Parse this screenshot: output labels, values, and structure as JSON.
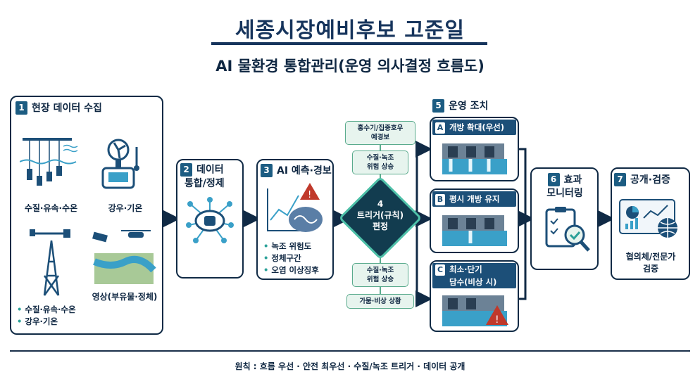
{
  "title": "세종시장예비후보 고준일",
  "subtitle": "AI 물환경 통합관리(운영 의사결정 흐름도)",
  "steps": {
    "s1": {
      "num": "1",
      "title": "현장 데이터 수집",
      "label_water": "수질·유속·수온",
      "label_rain": "강우·기온",
      "label_video": "영상(부유물·정체)",
      "bullets": [
        "수질·유속·수온",
        "강우·기온"
      ]
    },
    "s2": {
      "num": "2",
      "title1": "데이터",
      "title2": "통합/정제"
    },
    "s3": {
      "num": "3",
      "title": "AI 예측·경보",
      "bullets": [
        "녹조 위험도",
        "정체구간",
        "오염 이상징후"
      ]
    },
    "s4": {
      "num": "4",
      "title1": "트리거(규칙)",
      "title2": "편정",
      "top_pill1": "홍수기/집중호우\n예경보",
      "top_pill2": "수질·녹조\n위험 상승",
      "bot_pill1": "수질·녹조\n위험 상승",
      "bot_pill2": "가뭄·비상 상황"
    },
    "s5": {
      "num": "5",
      "title": "운영 조치",
      "options": [
        {
          "key": "A",
          "label": "개방 확대(우선)"
        },
        {
          "key": "B",
          "label": "평시 개방 유지"
        },
        {
          "key": "C",
          "label1": "최소·단기",
          "label2": "담수(비상 시)"
        }
      ]
    },
    "s6": {
      "num": "6",
      "title1": "효과",
      "title2": "모니터링"
    },
    "s7": {
      "num": "7",
      "title": "공개·검증",
      "caption1": "협의체/전문가",
      "caption2": "검증"
    }
  },
  "footer": "원칙 : 흐름 우선 · 안전 최우선 · 수질/녹조 트리거 · 데이터 공개",
  "colors": {
    "navy": "#102a45",
    "teal": "#2aa198",
    "badge": "#1c5c82"
  }
}
